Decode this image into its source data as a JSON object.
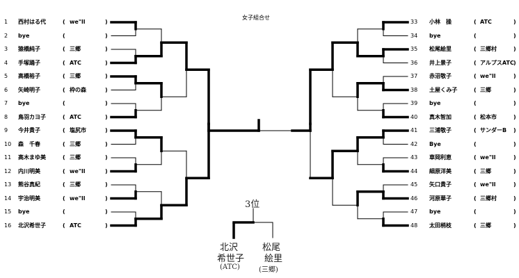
{
  "title": "女子組合せ",
  "colors": {
    "line": "#000000",
    "win": "#000000"
  },
  "left": [
    {
      "num": "1",
      "name": "西村はる代",
      "team": "we\"ll"
    },
    {
      "num": "2",
      "name": "bye",
      "team": ""
    },
    {
      "num": "3",
      "name": "猿橋純子",
      "team": "三郷"
    },
    {
      "num": "4",
      "name": "手塚踊子",
      "team": "ATC"
    },
    {
      "num": "5",
      "name": "高橋裕子",
      "team": "三郷"
    },
    {
      "num": "6",
      "name": "矢崎明子",
      "team": "枠の森"
    },
    {
      "num": "7",
      "name": "bye",
      "team": ""
    },
    {
      "num": "8",
      "name": "鳥羽カヨ子",
      "team": "ATC"
    },
    {
      "num": "9",
      "name": "今井貴子",
      "team": "塩尻市"
    },
    {
      "num": "10",
      "name": "森　千春",
      "team": "三郷"
    },
    {
      "num": "11",
      "name": "高木まゆ美",
      "team": "三郷"
    },
    {
      "num": "12",
      "name": "内川明美",
      "team": "we\"ll"
    },
    {
      "num": "13",
      "name": "熊谷真紀",
      "team": "三郷"
    },
    {
      "num": "14",
      "name": "宇治明美",
      "team": "we\"ll"
    },
    {
      "num": "15",
      "name": "bye",
      "team": ""
    },
    {
      "num": "16",
      "name": "北沢希世子",
      "team": "ATC"
    }
  ],
  "right": [
    {
      "num": "33",
      "name": "小林　操",
      "team": "ATC"
    },
    {
      "num": "34",
      "name": "bye",
      "team": ""
    },
    {
      "num": "35",
      "name": "松尾絵里",
      "team": "三郷村"
    },
    {
      "num": "36",
      "name": "井上景子",
      "team": "アルプスATC"
    },
    {
      "num": "37",
      "name": "赤沼敬子",
      "team": "we\"ll"
    },
    {
      "num": "38",
      "name": "土屋くみ子",
      "team": "三郷"
    },
    {
      "num": "39",
      "name": "bye",
      "team": ""
    },
    {
      "num": "40",
      "name": "真木智加",
      "team": "松本市"
    },
    {
      "num": "41",
      "name": "三浦敬子",
      "team": "サンダーB"
    },
    {
      "num": "42",
      "name": "Bye",
      "team": ""
    },
    {
      "num": "43",
      "name": "車岡利恵",
      "team": "we\"ll"
    },
    {
      "num": "44",
      "name": "細原洋美",
      "team": "三郷"
    },
    {
      "num": "45",
      "name": "矢口貴子",
      "team": "we\"ll"
    },
    {
      "num": "46",
      "name": "河原華子",
      "team": "三郷村"
    },
    {
      "num": "47",
      "name": "bye",
      "team": ""
    },
    {
      "num": "48",
      "name": "太田梢枝",
      "team": "三郷"
    }
  ],
  "third_place": {
    "label": "3位",
    "left_name_1": "北沢",
    "left_name_2": "希世子",
    "left_team": "(ATC)",
    "right_name_1": "松尾",
    "right_name_2": "絵里",
    "right_team": "(三郷)"
  }
}
